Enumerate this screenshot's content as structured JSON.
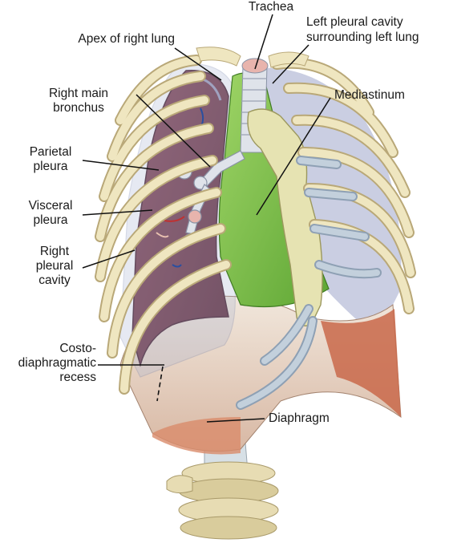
{
  "labels": {
    "trachea": "Trachea",
    "apex_right_lung": "Apex of right lung",
    "left_pleural_cavity": "Left pleural cavity\nsurrounding left lung",
    "mediastinum": "Mediastinum",
    "right_main_bronchus": "Right main\nbronchus",
    "parietal_pleura": "Parietal\npleura",
    "visceral_pleura": "Visceral\npleura",
    "right_pleural_cavity": "Right\npleural\ncavity",
    "costodiaphragmatic_recess": "Costo-\ndiaphragmatic\nrecess",
    "diaphragm": "Diaphragm"
  },
  "colors": {
    "rib": "#efe6c0",
    "rib_edge": "#b9a878",
    "cartilage": "#c3d0dc",
    "lung": "#7a3d4c",
    "lung_edge": "#4a2230",
    "pleura": "#a8b4d4",
    "mediastinum": "#7cc04a",
    "diaphragm": "#d9a48c",
    "diaphragm_dark": "#c06a48",
    "bronchus": "#d8dce4",
    "leader": "#111111"
  }
}
